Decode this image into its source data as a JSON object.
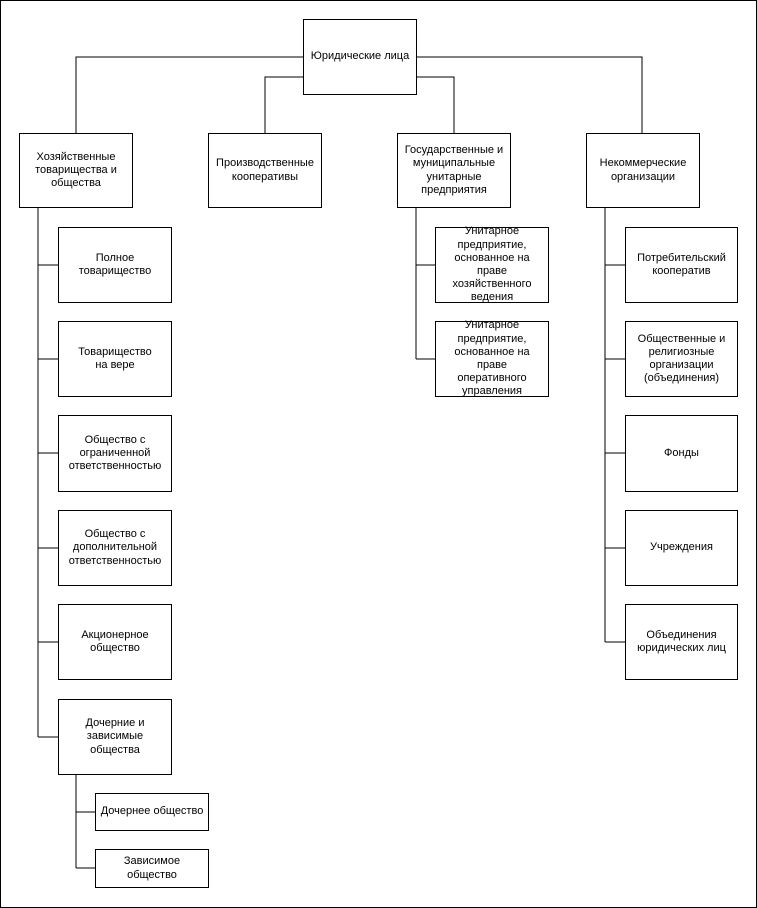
{
  "root": "Юридические лица",
  "categories": {
    "business": "Хозяйственные\nтоварищества и\nобщества",
    "production": "Производственные\nкооперативы",
    "unitary": "Государственные и\nмуниципальные\nунитарные\nпредприятия",
    "noncommercial": "Некоммерческие\nорганизации"
  },
  "business_items": [
    "Полное\nтоварищество",
    "Товарищество\nна вере",
    "Общество с\nограниченной\nответственностью",
    "Общество с\nдополнительной\nответственностью",
    "Акционерное\nобщество",
    "Дочерние и\nзависимые общества"
  ],
  "subsidiary_items": [
    "Дочернее общество",
    "Зависимое общество"
  ],
  "unitary_items": [
    "Унитарное\nпредприятие,\nоснованное на праве\nхозяйственного\nведения",
    "Унитарное\nпредприятие,\nоснованное на праве\nоперативного\nуправления"
  ],
  "noncommercial_items": [
    "Потребительский\nкооператив",
    "Общественные и\nрелигиозные\nорганизации\n(объединения)",
    "Фонды",
    "Учреждения",
    "Объединения\nюридических лиц"
  ]
}
